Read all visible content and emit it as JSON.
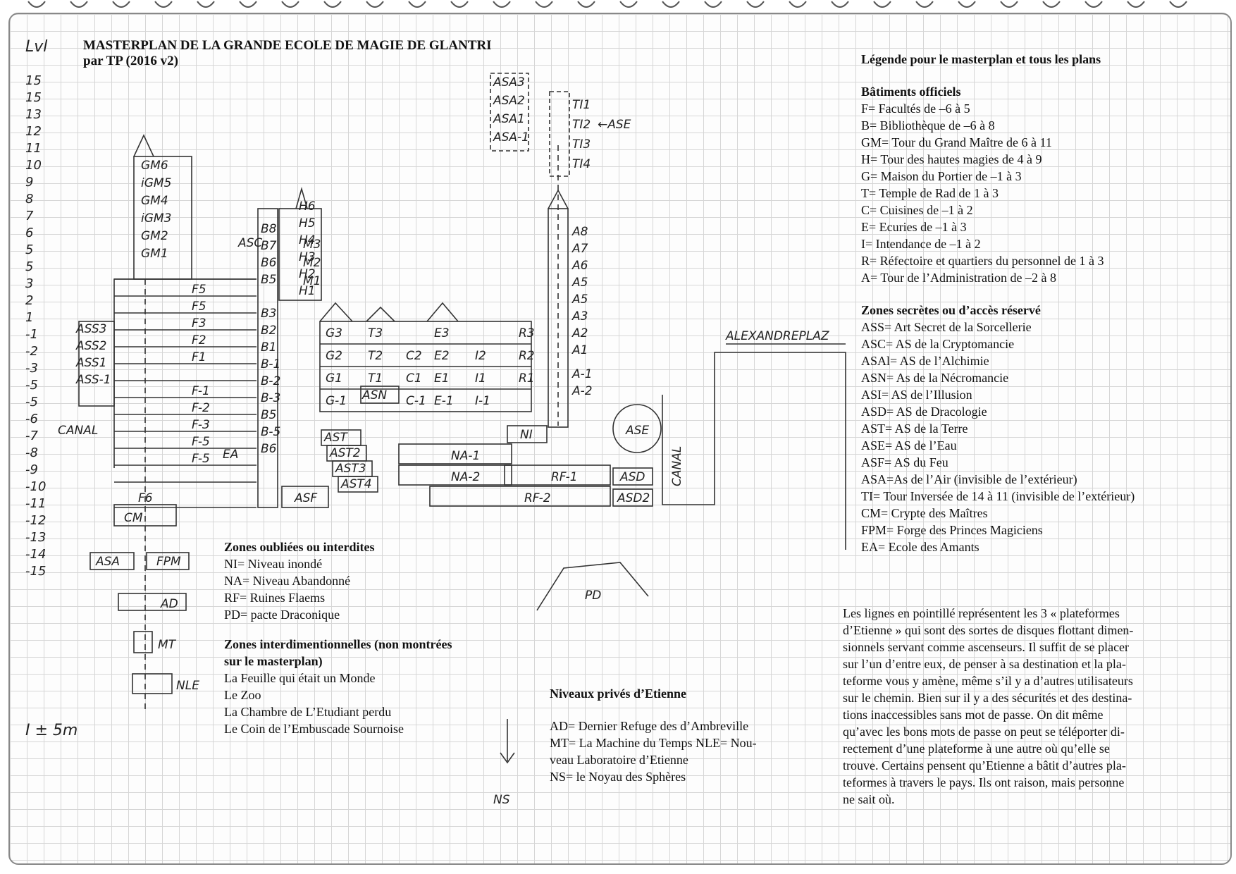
{
  "title": {
    "line1": "MASTERPLAN DE LA GRANDE ECOLE DE MAGIE DE GLANTRI",
    "line2": "par TP (2016 v2)"
  },
  "levels": {
    "header": "Lvl",
    "labels": [
      "15",
      "15",
      "13",
      "12",
      "11",
      "10",
      "9",
      "8",
      "7",
      "6",
      "5",
      "5",
      "3",
      "2",
      "1",
      "-1",
      "-2",
      "-3",
      "-5",
      "-5",
      "-6",
      "-7",
      "-8",
      "-9",
      "-10",
      "-11",
      "-12",
      "-13",
      "-14",
      "-15"
    ],
    "scale_note": "I ± 5m"
  },
  "plan": {
    "gm": [
      "GM6",
      "iGM5",
      "GM4",
      "iGM3",
      "GM2",
      "GM1"
    ],
    "ass": [
      "ASS3",
      "ASS2",
      "ASS1",
      "ASS-1"
    ],
    "f": [
      "F5",
      "F5",
      "F3",
      "F2",
      "F1",
      "F-1",
      "F-2",
      "F-3",
      "F-5",
      "F-5",
      "F6"
    ],
    "b": [
      "B8",
      "B7",
      "B6",
      "B5",
      "B3",
      "B2",
      "B1",
      "B-1",
      "B-2",
      "B-3",
      "B5",
      "B-5",
      "B6"
    ],
    "h": [
      "H6",
      "H5",
      "H4",
      "H3",
      "H2",
      "H1"
    ],
    "m": [
      "M3",
      "M2",
      "M1"
    ],
    "asc": "ASC",
    "ea": "EA",
    "canal_left": "CANAL",
    "cm": "CM",
    "asa_low": "ASA",
    "fpm": "FPM",
    "ad": "AD",
    "mt": "MT",
    "nle": "NLE",
    "g": [
      "G3",
      "G2",
      "G1",
      "G-1"
    ],
    "t": [
      "T3",
      "T2",
      "T1"
    ],
    "c": [
      "C2",
      "C1",
      "C-1"
    ],
    "e": [
      "E3",
      "E2",
      "E1",
      "E-1"
    ],
    "i": [
      "I2",
      "I1",
      "I-1"
    ],
    "r": [
      "R3",
      "R2",
      "R1"
    ],
    "a": [
      "A8",
      "A7",
      "A6",
      "A5",
      "A5",
      "A3",
      "A2",
      "A1",
      "A-1",
      "A-2"
    ],
    "asn": "ASN",
    "ast": [
      "AST",
      "AST2",
      "AST3",
      "AST4"
    ],
    "asf": "ASF",
    "ni": "NI",
    "na": [
      "NA-1",
      "NA-2"
    ],
    "rf": [
      "RF-1",
      "RF-2"
    ],
    "asd": [
      "ASD",
      "ASD2"
    ],
    "ase": "ASE",
    "canal_right": "CANAL",
    "alexandreplatz": "ALEXANDREPLAZ",
    "asa_top": [
      "ASA3",
      "ASA2",
      "ASA1",
      "ASA-1"
    ],
    "ti": [
      "TI1",
      "TI2",
      "TI3",
      "TI4"
    ],
    "ase_arrow": "←ASE",
    "pd": "PD",
    "ns": "NS"
  },
  "zones_oubliees": {
    "heading": "Zones oubliées ou interdites",
    "items": [
      "NI= Niveau inondé",
      "NA= Niveau Abandonné",
      "RF= Ruines Flaems",
      "PD= pacte Draconique"
    ]
  },
  "zones_inter": {
    "heading1": "Zones interdimentionnelles (non montrées",
    "heading2": "sur le masterplan)",
    "items": [
      "La Feuille qui était un Monde",
      "Le Zoo",
      "La Chambre de L’Etudiant perdu",
      "Le Coin de l’Embuscade Sournoise"
    ]
  },
  "niveaux_prives": {
    "heading": "Niveaux privés d’Etienne",
    "items": [
      "AD= Dernier Refuge des d’Ambreville",
      "MT= La Machine du Temps NLE= Nou-",
      "veau Laboratoire d’Etienne",
      "NS= le Noyau des Sphères"
    ]
  },
  "legend": {
    "heading": "Légende pour le masterplan et tous les plans",
    "official_heading": "Bâtiments officiels",
    "official": [
      "F= Facultés de –6 à 5",
      "B= Bibliothèque de –6 à 8",
      "GM= Tour du Grand Maître de 6 à 11",
      "H= Tour des hautes magies de 4 à 9",
      "G= Maison du Portier de  –1 à 3",
      "T= Temple de Rad de 1 à 3",
      "C= Cuisines de  –1 à 2",
      "E= Ecuries de –1 à 3",
      "I= Intendance de –1 à 2",
      "R= Réfectoire et quartiers du personnel de 1 à 3",
      "A= Tour de l’Administration de –2 à 8"
    ],
    "secret_heading": "Zones secrètes ou d’accès réservé",
    "secret": [
      "ASS= Art Secret de la Sorcellerie",
      "ASC= AS de la Cryptomancie",
      "ASAl= AS de l’Alchimie",
      "ASN= As de la Nécromancie",
      "ASI= AS de l’Illusion",
      "ASD= AS de Dracologie",
      "AST= AS de la Terre",
      "ASE= AS de l’Eau",
      "ASF= AS du Feu",
      "ASA=As de l’Air (invisible de l’extérieur)",
      "TI= Tour Inversée de 14 à 11 (invisible de l’extérieur)",
      "CM= Crypte des Maîtres",
      "FPM= Forge des Princes Magiciens",
      "EA= Ecole des Amants"
    ]
  },
  "paragraph": [
    "Les lignes en pointillé représentent les 3 « plateformes",
    "d’Etienne » qui sont des sortes de disques flottant dimen-",
    "sionnels servant comme ascenseurs.  Il suffit de se placer",
    "sur l’un d’entre eux, de penser à sa destination et la pla-",
    "teforme vous y amène, même s’il y a d’autres utilisateurs",
    "sur le chemin. Bien sur il y a des sécurités et des destina-",
    "tions inaccessibles sans mot de passe.  On dit même",
    "qu’avec les bons mots de passe on peut se téléporter di-",
    "rectement d’une plateforme à une autre où qu’elle se",
    "trouve. Certains pensent qu’Etienne a bâtit d’autres pla-",
    "teformes à travers le pays. Ils ont raison, mais personne",
    "ne sait où."
  ]
}
